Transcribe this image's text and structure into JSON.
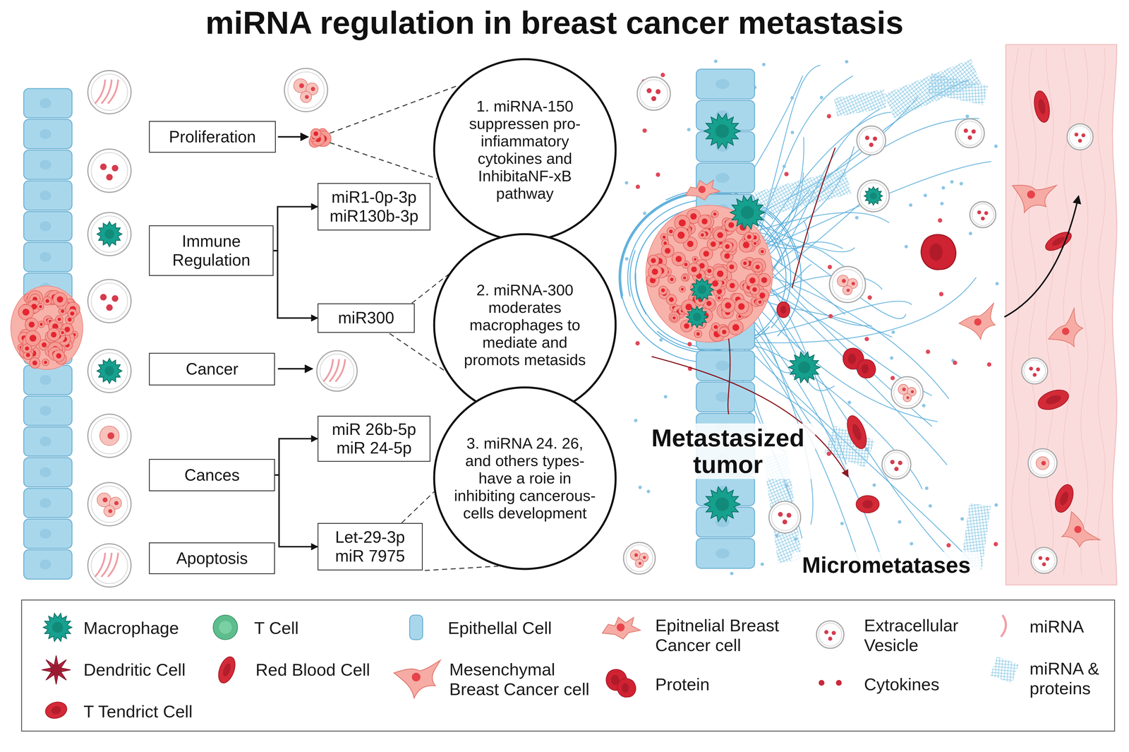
{
  "diagram": {
    "title": "miRNA regulation in breast cancer metastasis",
    "nodes": [
      {
        "text": [
          "Proliferation"
        ]
      },
      {
        "text": [
          "Immune Regulation"
        ]
      },
      {
        "text": [
          "miR1-0p-3p miR130b-3p"
        ]
      },
      {
        "text": [
          "miR300"
        ]
      },
      {
        "text": [
          "Cancer"
        ]
      },
      {
        "text": [
          "miR 26b-5p miR 24-5p"
        ]
      },
      {
        "text": [
          "Cances"
        ]
      },
      {
        "text": [
          "Let-29-3p miR 7975"
        ]
      },
      {
        "text": [
          "Apoptosis"
        ]
      },
      {
        "text": [
          "1. miRNA-150 suppressen pro-infiammatory cytokines and InhibitaNF-xB pathway"
        ]
      },
      {
        "text": [
          "2. miRNA-300 moderates macrophages to mediate and promots metasids"
        ]
      },
      {
        "text": [
          "3. miRNA 24. 26, and others types-have a roie in inhibiting cancerous-cells development"
        ]
      }
    ],
    "edges": [
      {
        "from": 1,
        "to": 2,
        "arrow": "to"
      },
      {
        "from": 1,
        "to": 3,
        "arrow": "to"
      },
      {
        "from": 6,
        "to": 5,
        "arrow": "to"
      },
      {
        "from": 6,
        "to": 7,
        "arrow": "to"
      },
      {
        "from": 3,
        "to": 10,
        "arrow": "none"
      },
      {
        "from": 7,
        "to": 11,
        "arrow": "none"
      }
    ],
    "labels": [
      "Metastasized tumor",
      "Micrometatases"
    ],
    "legend": [
      {
        "text": "Macrophage"
      },
      {
        "text": "T Cell"
      },
      {
        "text": "Epithellal Cell"
      },
      {
        "text": "Epitnelial Breast Cancer cell"
      },
      {
        "text": "Extracellular Vesicle"
      },
      {
        "text": "miRNA"
      },
      {
        "text": "Dendritic Cell"
      },
      {
        "text": "Red Blood Cell"
      },
      {
        "text": "Mesenchymal Breast Cancer cell"
      },
      {
        "text": "Protein"
      },
      {
        "text": "Cytokines"
      },
      {
        "text": "miRNA & proteins"
      },
      {
        "text": "T Tendrict Cell"
      }
    ]
  }
}
